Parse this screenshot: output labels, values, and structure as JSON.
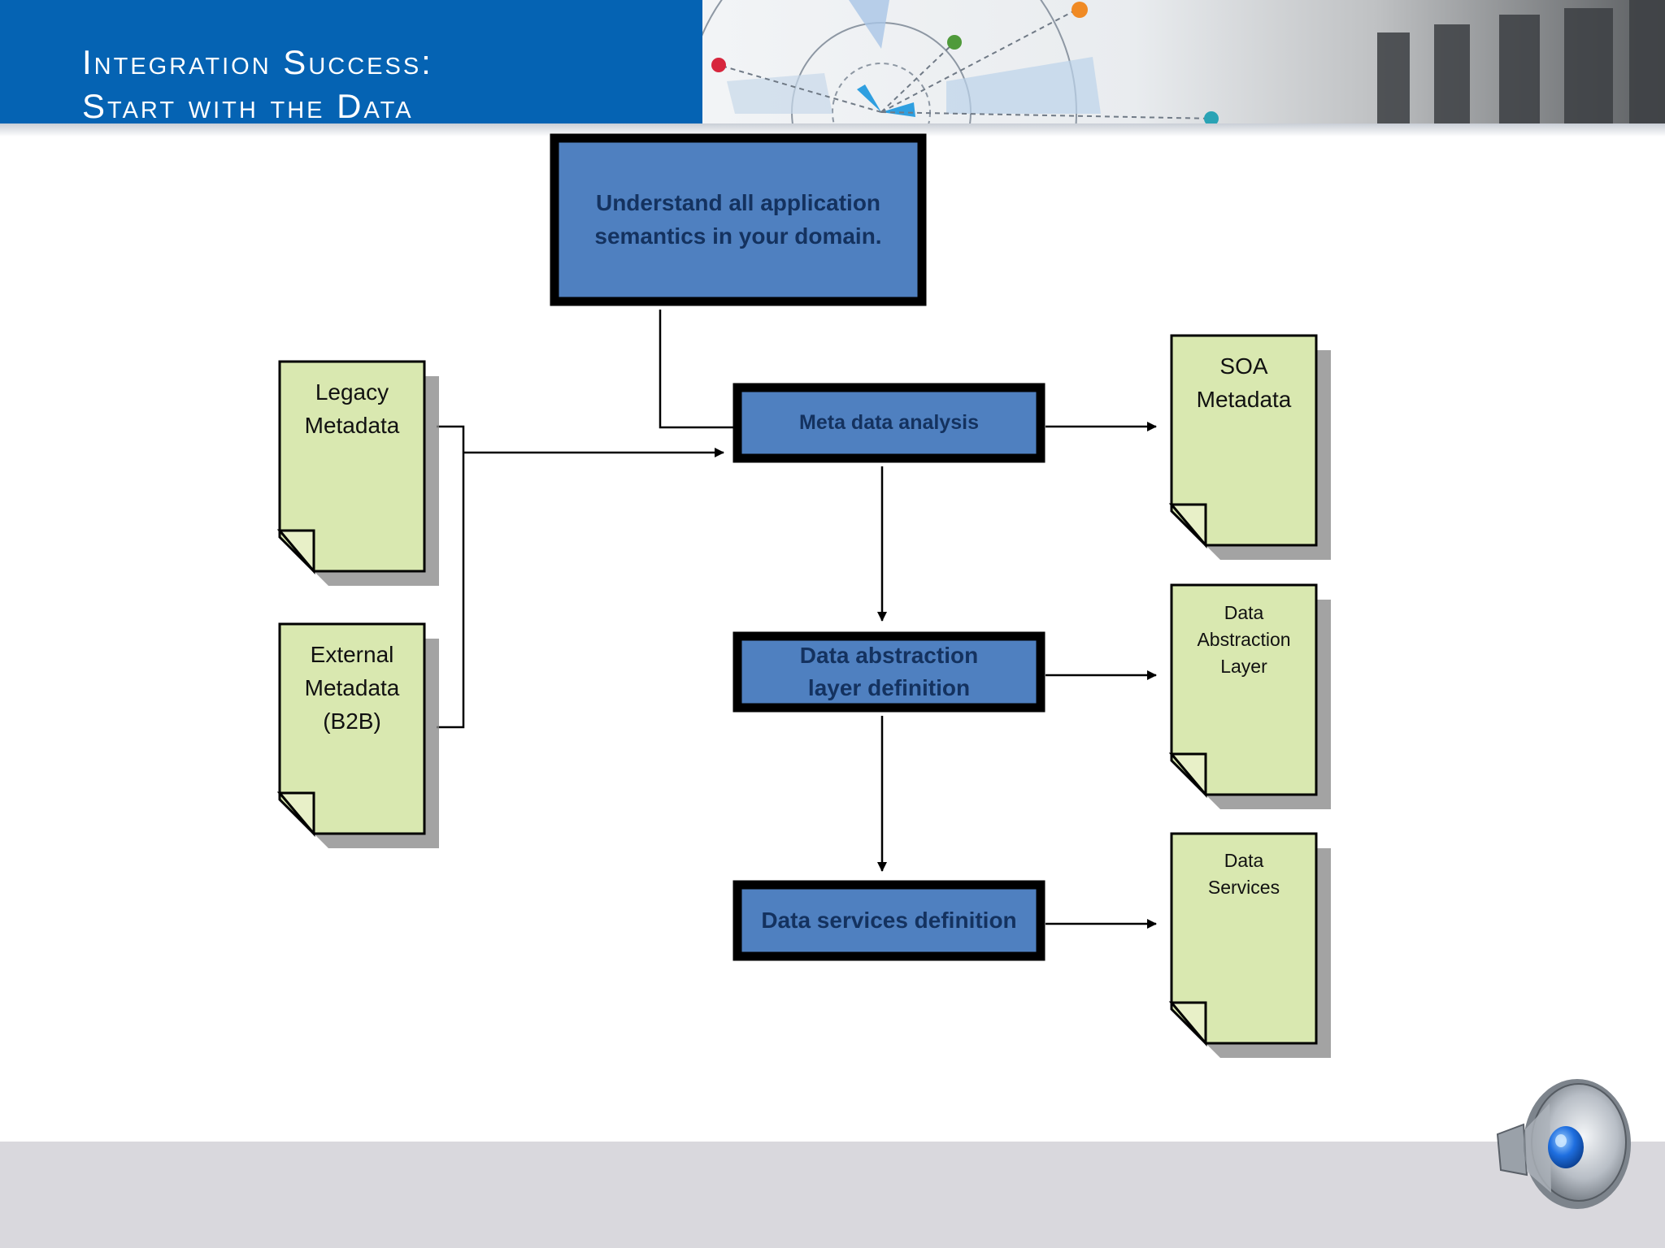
{
  "title": {
    "line1": "Integration Success:",
    "line2": "Start with the Data"
  },
  "process": {
    "top": "Understand all application semantics in your domain.",
    "meta_analysis": "Meta data analysis",
    "abstraction": "Data abstraction layer definition",
    "services": "Data services definition"
  },
  "inputs": {
    "legacy": "Legacy Metadata",
    "external": "External Metadata (B2B)"
  },
  "outputs": {
    "soa": "SOA Metadata",
    "dal": "Data Abstraction Layer",
    "services": "Data Services"
  },
  "icons": {
    "speaker": "speaker-icon"
  },
  "colors": {
    "header_blue": "#0563b3",
    "process_fill": "#4f80c0",
    "document_fill": "#d9e8b0",
    "footer_gray": "#d9d8dd"
  }
}
